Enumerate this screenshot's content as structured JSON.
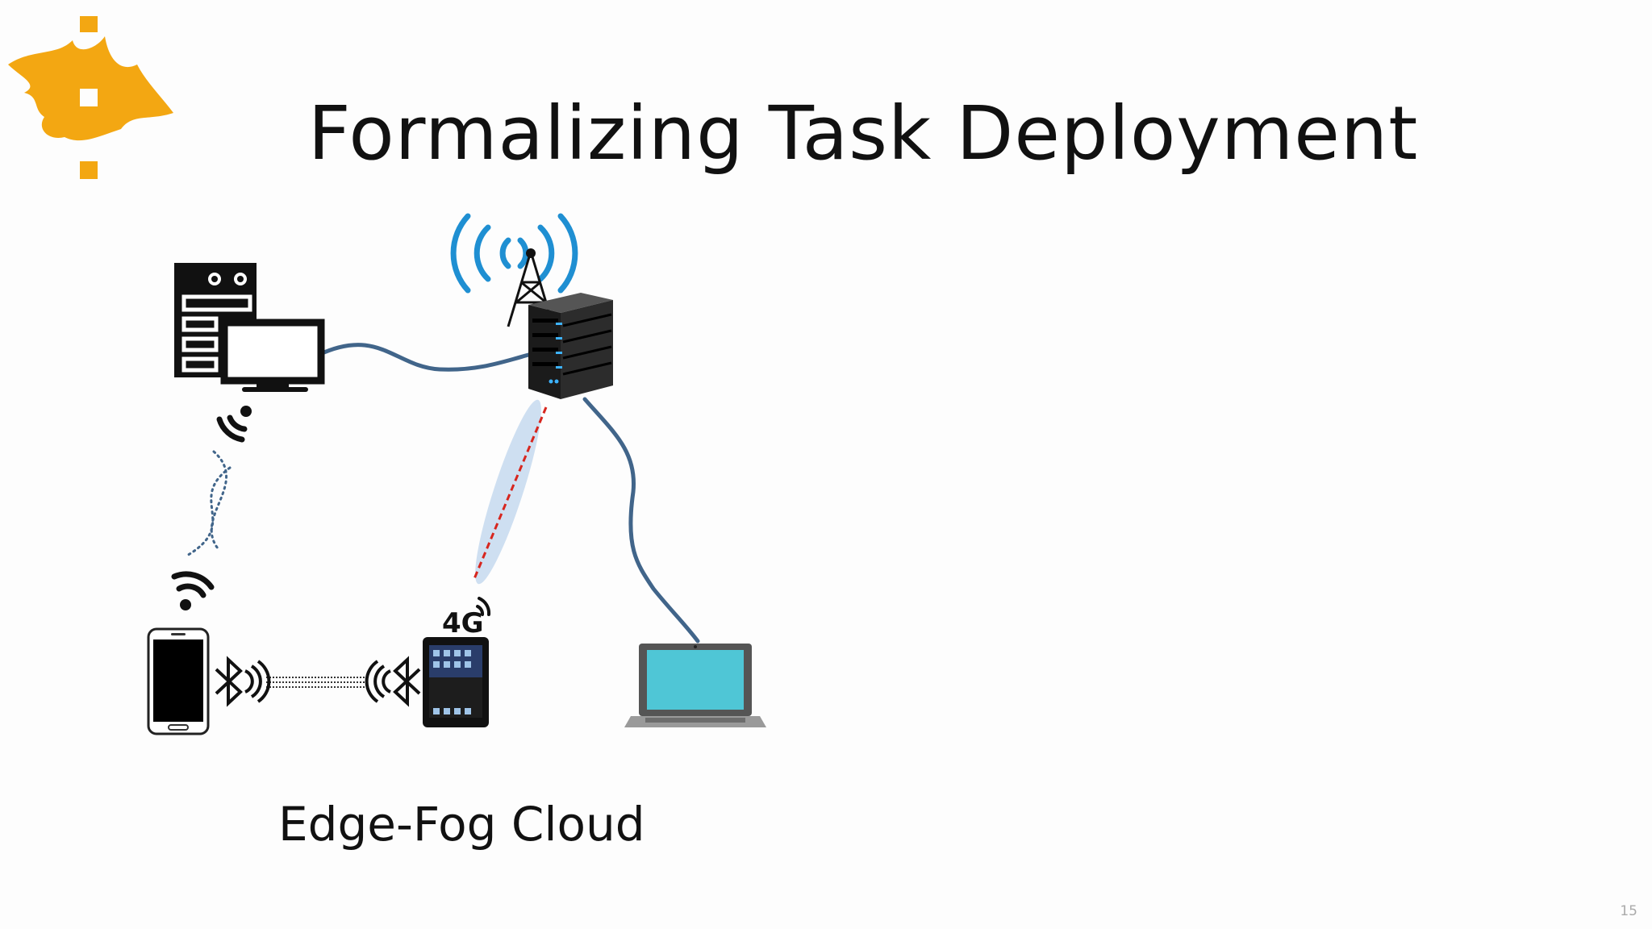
{
  "slide": {
    "title": "Formalizing Task Deployment",
    "caption": "Edge-Fog Cloud",
    "page_number": "15"
  },
  "colors": {
    "logo": "#f3a712",
    "link_cable": "#41658a",
    "wifi_signal": "#1f8fd2",
    "dashed_link": "#d7261e",
    "ellipse_fill": "#c6d9ee",
    "laptop_screen": "#4fc6d6"
  },
  "devices": [
    {
      "name": "desktop-computer",
      "icon": "desktop-icon"
    },
    {
      "name": "fog-server",
      "icon": "server-icon"
    },
    {
      "name": "cell-tower",
      "icon": "antenna-icon"
    },
    {
      "name": "smartphone",
      "icon": "smartphone-icon"
    },
    {
      "name": "tablet",
      "icon": "tablet-icon"
    },
    {
      "name": "laptop",
      "icon": "laptop-icon"
    }
  ],
  "badges": {
    "cellular": "4G"
  }
}
